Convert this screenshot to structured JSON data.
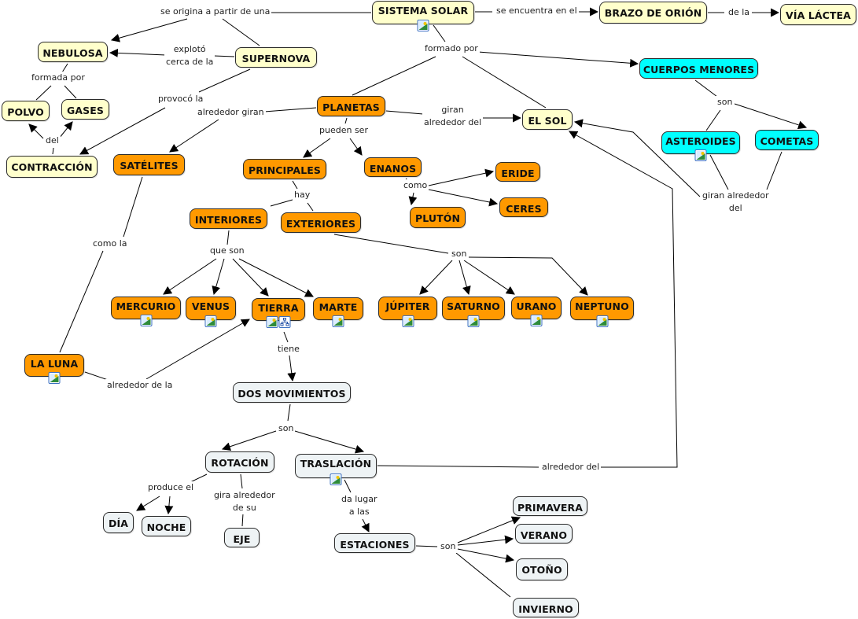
{
  "colors": {
    "yellow": "#ffffcc",
    "orange": "#ff9900",
    "cyan": "#00ffff",
    "gray": "#eef3f5",
    "line": "#000000"
  },
  "nodes": {
    "sistema_solar": {
      "label": "SISTEMA SOLAR",
      "color": "yellow",
      "icons": [
        "image-icon"
      ]
    },
    "brazo_orion": {
      "label": "BRAZO DE ORIÓN",
      "color": "yellow",
      "icons": []
    },
    "via_lactea": {
      "label": "VÍA LÁCTEA",
      "color": "yellow",
      "icons": []
    },
    "nebulosa": {
      "label": "NEBULOSA",
      "color": "yellow",
      "icons": []
    },
    "supernova": {
      "label": "SUPERNOVA",
      "color": "yellow",
      "icons": []
    },
    "polvo": {
      "label": "POLVO",
      "color": "yellow",
      "icons": []
    },
    "gases": {
      "label": "GASES",
      "color": "yellow",
      "icons": []
    },
    "contraccion": {
      "label": "CONTRACCIÓN",
      "color": "yellow",
      "icons": []
    },
    "el_sol": {
      "label": "EL SOL",
      "color": "yellow",
      "icons": []
    },
    "cuerpos_menores": {
      "label": "CUERPOS MENORES",
      "color": "cyan",
      "icons": []
    },
    "asteroides": {
      "label": "ASTEROIDES",
      "color": "cyan",
      "icons": [
        "image-icon"
      ]
    },
    "cometas": {
      "label": "COMETAS",
      "color": "cyan",
      "icons": []
    },
    "planetas": {
      "label": "PLANETAS",
      "color": "orange",
      "icons": []
    },
    "satelites": {
      "label": "SATÉLITES",
      "color": "orange",
      "icons": []
    },
    "principales": {
      "label": "PRINCIPALES",
      "color": "orange",
      "icons": []
    },
    "enanos": {
      "label": "ENANOS",
      "color": "orange",
      "icons": []
    },
    "eride": {
      "label": "ERIDE",
      "color": "orange",
      "icons": []
    },
    "ceres": {
      "label": "CERES",
      "color": "orange",
      "icons": []
    },
    "pluton": {
      "label": "PLUTÓN",
      "color": "orange",
      "icons": []
    },
    "interiores": {
      "label": "INTERIORES",
      "color": "orange",
      "icons": []
    },
    "exteriores": {
      "label": "EXTERIORES",
      "color": "orange",
      "icons": []
    },
    "mercurio": {
      "label": "MERCURIO",
      "color": "orange",
      "icons": [
        "image-icon"
      ]
    },
    "venus": {
      "label": "VENUS",
      "color": "orange",
      "icons": [
        "image-icon"
      ]
    },
    "tierra": {
      "label": "TIERRA",
      "color": "orange",
      "icons": [
        "image-icon",
        "concept-map-icon"
      ]
    },
    "marte": {
      "label": "MARTE",
      "color": "orange",
      "icons": [
        "image-icon"
      ]
    },
    "jupiter": {
      "label": "JÚPITER",
      "color": "orange",
      "icons": [
        "image-icon"
      ]
    },
    "saturno": {
      "label": "SATURNO",
      "color": "orange",
      "icons": [
        "image-icon"
      ]
    },
    "urano": {
      "label": "URANO",
      "color": "orange",
      "icons": [
        "image-icon"
      ]
    },
    "neptuno": {
      "label": "NEPTUNO",
      "color": "orange",
      "icons": [
        "image-icon"
      ]
    },
    "la_luna": {
      "label": "LA LUNA",
      "color": "orange",
      "icons": [
        "image-icon"
      ]
    },
    "dos_movimientos": {
      "label": "DOS  MOVIMIENTOS",
      "color": "gray",
      "icons": []
    },
    "rotacion": {
      "label": "ROTACIÓN",
      "color": "gray",
      "icons": []
    },
    "traslacion": {
      "label": "TRASLACIÓN",
      "color": "gray",
      "icons": [
        "image-icon"
      ]
    },
    "dia": {
      "label": "DÍA",
      "color": "gray",
      "icons": []
    },
    "noche": {
      "label": "NOCHE",
      "color": "gray",
      "icons": []
    },
    "eje": {
      "label": "EJE",
      "color": "gray",
      "icons": []
    },
    "estaciones": {
      "label": "ESTACIONES",
      "color": "gray",
      "icons": []
    },
    "primavera": {
      "label": "PRIMAVERA",
      "color": "gray",
      "icons": []
    },
    "verano": {
      "label": "VERANO",
      "color": "gray",
      "icons": []
    },
    "otono": {
      "label": "OTOÑO",
      "color": "gray",
      "icons": []
    },
    "invierno": {
      "label": "INVIERNO",
      "color": "gray",
      "icons": []
    }
  },
  "link_labels": {
    "se_origina": "se origina a partir de una",
    "se_encuentra": "se encuentra en el",
    "de_la": "de la",
    "formado_por": "formado por",
    "exploto": "explotó\ncerca de la",
    "formada_por": "formada por",
    "provoco": "provocó la",
    "del": "del",
    "alrededor_giran": "alrededor giran",
    "giran_alrededor_sol": "giran\nalrededor del",
    "pueden_ser": "pueden ser",
    "son_cuerpos": "son",
    "giran_alrededor_del": "giran alrededor\ndel",
    "hay": "hay",
    "como": "como",
    "como_la": "como la",
    "que_son": "que son",
    "son_exteriores": "son",
    "tiene": "tiene",
    "alrededor_de_la": "alrededor de la",
    "son_movimientos": "son",
    "alrededor_del": "alrededor del",
    "produce_el": "produce el",
    "gira_alrededor_su": "gira alrededor\nde su",
    "da_lugar": "da lugar\na las",
    "son_estaciones": "son"
  }
}
